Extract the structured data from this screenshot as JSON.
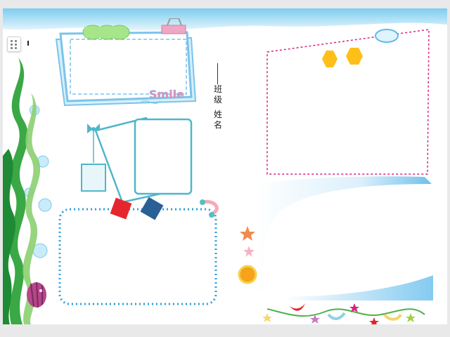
{
  "document": {
    "class_label_chars": [
      "班",
      "级"
    ],
    "name_label_chars": [
      "姓",
      "名"
    ],
    "smile_text": "Smile"
  },
  "colors": {
    "sky": "#a9def5",
    "cloud_frame": "#7ac4ea",
    "dashed_frame_pink": "#d6257d",
    "dotted_frame_blue": "#2c9fd8",
    "seaweed_dark": "#2e9a3a",
    "seaweed_light": "#7fc66d",
    "hexagon": "#ffbf19",
    "diamond_red": "#e6262e",
    "diamond_blue": "#2a5f96"
  },
  "icons": [
    "grid-handle-icon",
    "binder-clip-icon",
    "ribbon-bow-icon",
    "starfish-icon",
    "sun-icon",
    "fish-icon",
    "magnet-hook-icon"
  ]
}
